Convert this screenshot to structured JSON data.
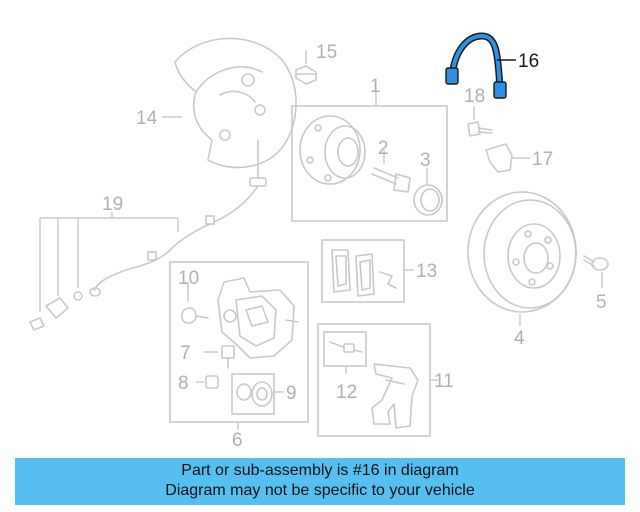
{
  "callouts": {
    "c1": "1",
    "c2": "2",
    "c3": "3",
    "c4": "4",
    "c5": "5",
    "c6": "6",
    "c7": "7",
    "c8": "8",
    "c9": "9",
    "c10": "10",
    "c11": "11",
    "c12": "12",
    "c13": "13",
    "c14": "14",
    "c15": "15",
    "c16": "16",
    "c17": "17",
    "c18": "18",
    "c19": "19"
  },
  "highlighted_part": "16",
  "colors": {
    "highlight": "#2f8fe0",
    "banner": "#55bff0",
    "line_art": "#c8c8c8"
  },
  "banner": {
    "line1": "Part or sub-assembly is #16 in diagram",
    "line2": "Diagram may not be specific to your vehicle"
  }
}
